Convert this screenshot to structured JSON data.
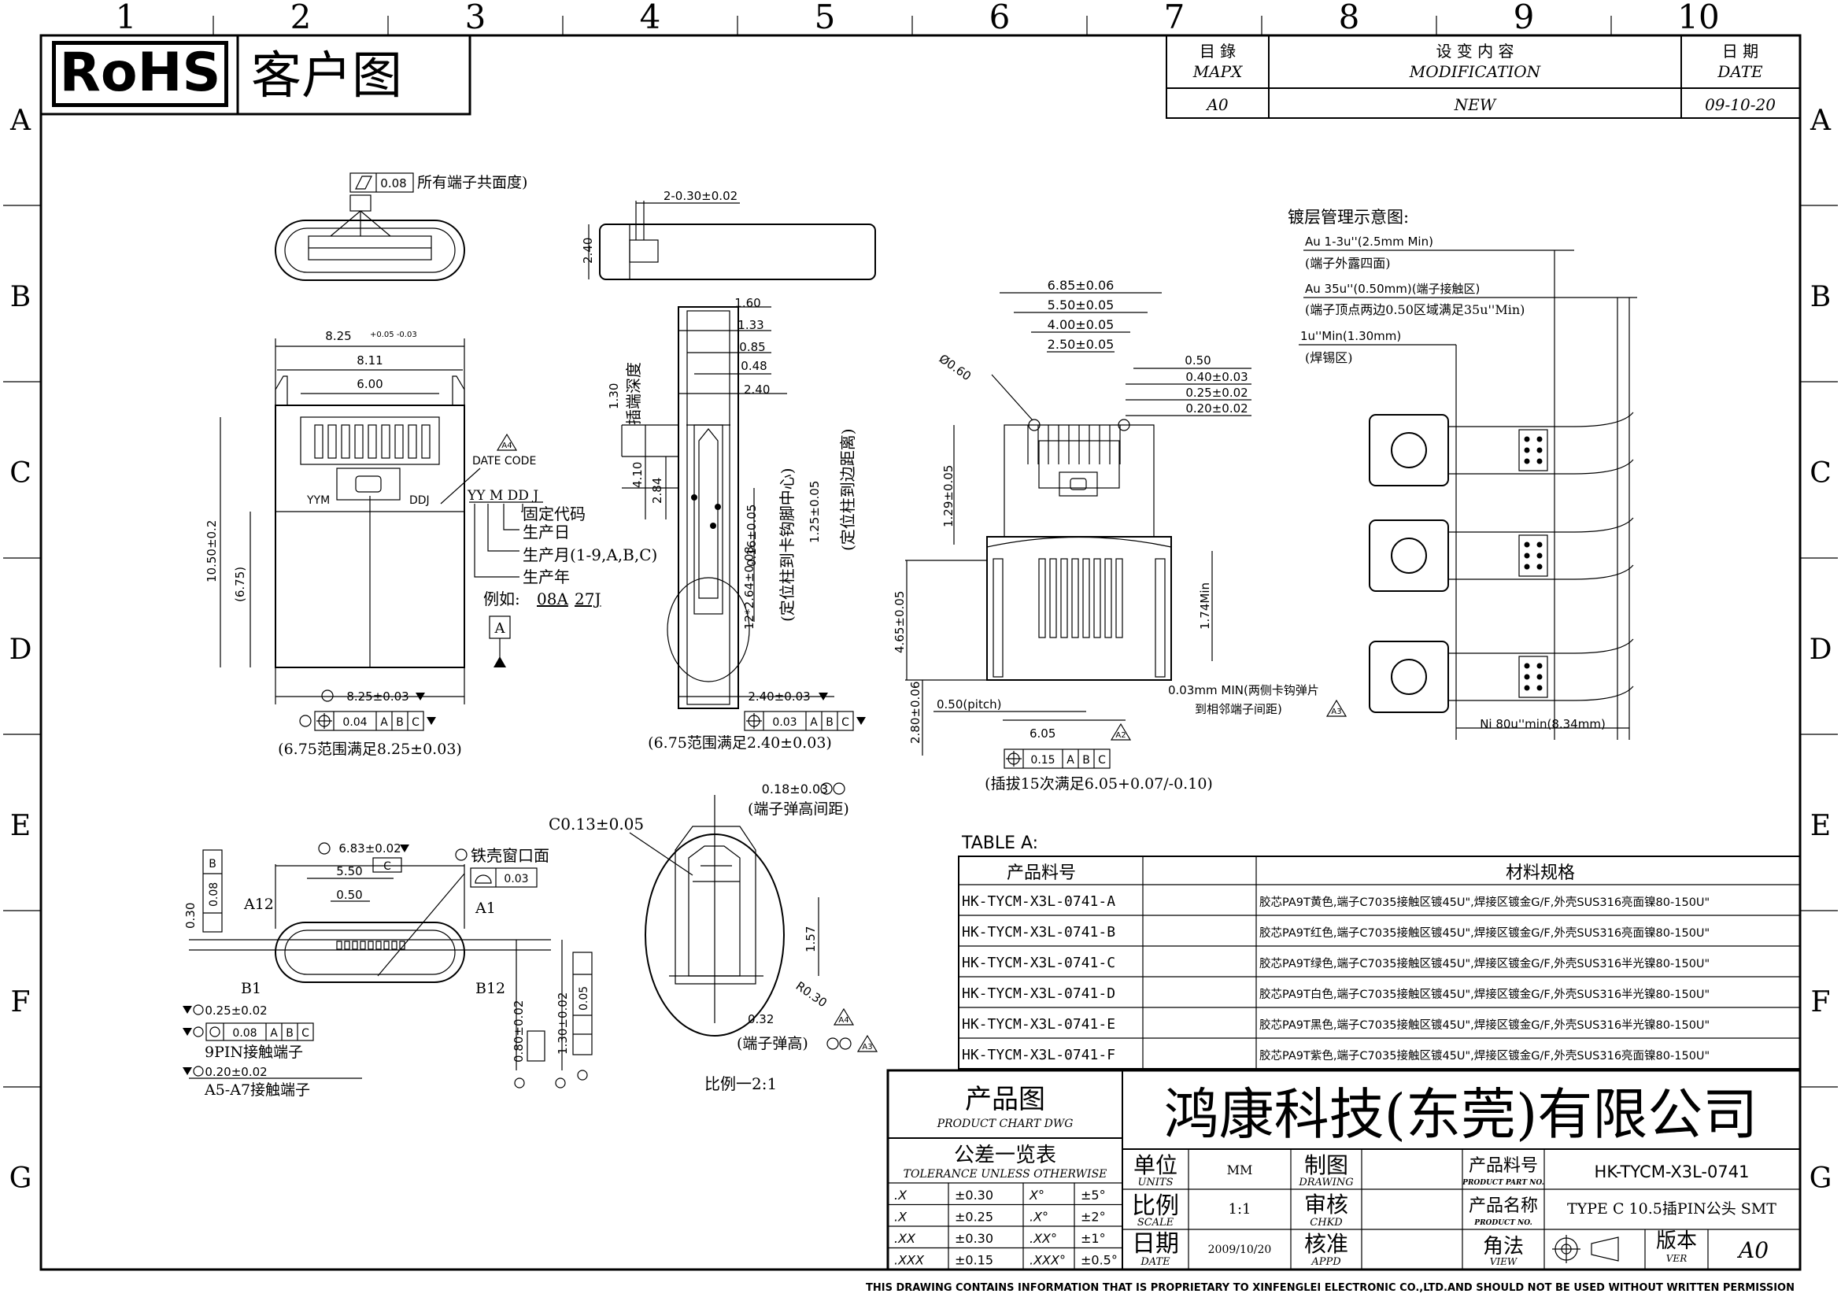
{
  "grid": {
    "cols": [
      "1",
      "2",
      "3",
      "4",
      "5",
      "6",
      "7",
      "8",
      "9",
      "10"
    ],
    "rows": [
      "A",
      "B",
      "C",
      "D",
      "E",
      "F",
      "G"
    ]
  },
  "header": {
    "rohs": "RoHS",
    "drawing_kind": "客户图"
  },
  "revision": {
    "col1_cn": "目 錄",
    "col1_en": "MAPX",
    "col2_cn": "设 变 内 容",
    "col2_en": "MODIFICATION",
    "col3_cn": "日 期",
    "col3_en": "DATE",
    "row": {
      "mapx": "A0",
      "modification": "NEW",
      "date": "09-10-20"
    }
  },
  "drawing": {
    "coplanarity_value": "0.08",
    "coplanarity_note": "所有端子共面度)",
    "dim_8_25": "8.25",
    "dim_8_25_tol": "+0.05 -0.03",
    "dim_8_11": "8.11",
    "dim_6_00": "6.00",
    "dim_10_50": "10.50±0.2",
    "dim_6_75": "(6.75)",
    "label_yym": "YYM",
    "label_ddj": "DDJ",
    "date_code": "DATE CODE",
    "code_tag": "A4",
    "code_letters": "YY M DD J",
    "code_fixed": "固定代码",
    "code_day": "生产日",
    "code_month": "生产月(1-9,A,B,C)",
    "code_year": "生产年",
    "example": "例如:",
    "example_1": "08A",
    "example_2": "27J",
    "datum_a": "A",
    "dim_8_25_bot": "8.25±0.03",
    "pos_8_25": "0.04",
    "datum_abc": [
      "A",
      "B",
      "C"
    ],
    "note_left": "(6.75范围满足8.25±0.03)",
    "dim_2_030": "2-0.30±0.02",
    "dim_2_40_top": "2.40",
    "dim_1_60": "1.60",
    "dim_1_33": "1.33",
    "dim_0_85": "0.85",
    "dim_0_48": "0.48",
    "dim_2_40": "2.40",
    "dim_130": "1.30",
    "insert_depth": "插端深度",
    "dim_4_10": "4.10",
    "dim_2_84": "2.84",
    "dim_0_16": "0.16±0.05",
    "dim_1_25": "1.25±0.05",
    "dim_12_264": "12*2.64±0.08",
    "note_hook": "(定位柱到卡钩脚中心)",
    "note_edge": "(定位柱到边距离)",
    "dim_2_40_bot": "2.40±0.03",
    "pos_2_40": "0.03",
    "note_mid": "(6.75范围满足2.40±0.03)",
    "dim_6_85": "6.85±0.06",
    "dim_5_50": "5.50±0.05",
    "dim_4_00": "4.00±0.05",
    "dim_2_50": "2.50±0.05",
    "dim_0_60": "Ø0.60",
    "dim_0_50": "0.50",
    "dim_0_40": "0.40±0.03",
    "dim_0_25": "0.25±0.02",
    "dim_0_20": "0.20±0.02",
    "dim_1_29": "1.29±0.05",
    "dim_4_65": "4.65±0.05",
    "dim_1_74": "1.74Min",
    "dim_2_80": "2.80±0.06",
    "pitch": "0.50(pitch)",
    "dim_0_03_min": "0.03mm MIN(两侧卡钩弹片",
    "dim_0_03_min2": "到相邻端子间距)",
    "tag_a3": "A3",
    "dim_6_05": "6.05",
    "tag_a2": "A2",
    "pos_6_05": "0.15",
    "note_right": "(插拔15次满足6.05+0.07/-0.10)",
    "plating_title": "镀层管理示意图:",
    "plating_au1": "Au 1-3u''(2.5mm Min)",
    "plating_au1_note": "(端子外露四面)",
    "plating_au2": "Au 35u''(0.50mm)(端子接触区)",
    "plating_au2_note": "(端子顶点两边0.50区域满足35u''Min)",
    "plating_solder": "1u''Min(1.30mm)",
    "plating_solder_note": "(焊锡区)",
    "plating_ni": "Ni 80u''min(8.34mm)",
    "dim_6_83": "6.83±0.02",
    "dim_5_50b": "5.50",
    "dim_0_50b": "0.50",
    "datum_c": "C",
    "shell_window": "铁壳窗口面",
    "profile_val": "0.03",
    "dim_030": "0.30",
    "dim_008v": "0.08",
    "datum_b": "B",
    "pin_a12": "A12",
    "pin_a1": "A1",
    "pin_b1": "B1",
    "pin_b12": "B12",
    "dim_0_25b": "0.25±0.02",
    "pos_0_08": "0.08",
    "nine_pin": "9PIN接触端子",
    "dim_0_20b": "0.20±0.02",
    "a5a7": "A5-A7接触端子",
    "dim_0_80": "0.80±0.02",
    "dim_1_30b": "1.30±0.02",
    "dim_0_05": "0.05",
    "dim_0_18": "0.18±0.03",
    "spring_gap": "(端子弹高间距)",
    "c0_13": "C0.13±0.05",
    "dim_1_57": "1.57",
    "r0_30": "R0.30",
    "dim_0_32": "0.32",
    "spring_h": "(端子弹高)",
    "tag_a4": "A4",
    "scale_note": "比例一2:1"
  },
  "table_a": {
    "title": "TABLE A:",
    "header_part": "产品料号",
    "header_spec": "材料规格",
    "rows": [
      {
        "part": "HK-TYCM-X3L-0741-A",
        "spec": "胶芯PA9T黄色,端子C7035接触区镀45U\",焊接区镀金G/F,外壳SUS316亮面镍80-150U\""
      },
      {
        "part": "HK-TYCM-X3L-0741-B",
        "spec": "胶芯PA9T红色,端子C7035接触区镀45U\",焊接区镀金G/F,外壳SUS316亮面镍80-150U\""
      },
      {
        "part": "HK-TYCM-X3L-0741-C",
        "spec": "胶芯PA9T绿色,端子C7035接触区镀45U\",焊接区镀金G/F,外壳SUS316半光镍80-150U\""
      },
      {
        "part": "HK-TYCM-X3L-0741-D",
        "spec": "胶芯PA9T白色,端子C7035接触区镀45U\",焊接区镀金G/F,外壳SUS316半光镍80-150U\""
      },
      {
        "part": "HK-TYCM-X3L-0741-E",
        "spec": "胶芯PA9T黑色,端子C7035接触区镀45U\",焊接区镀金G/F,外壳SUS316半光镍80-150U\""
      },
      {
        "part": "HK-TYCM-X3L-0741-F",
        "spec": "胶芯PA9T紫色,端子C7035接触区镀45U\",焊接区镀金G/F,外壳SUS316亮面镍80-150U\""
      }
    ]
  },
  "title_block": {
    "chart_cn": "产品图",
    "chart_en": "PRODUCT CHART DWG",
    "company": "鸿康科技(东莞)有限公司",
    "tol_cn": "公差一览表",
    "tol_en": "TOLERANCE UNLESS OTHERWISE",
    "tol_rows": [
      [
        ".X",
        "±0.30",
        "X°",
        "±5°"
      ],
      [
        ".X",
        "±0.25",
        ".X°",
        "±2°"
      ],
      [
        ".XX",
        "±0.30",
        ".XX°",
        "±1°"
      ],
      [
        ".XXX",
        "±0.15",
        ".XXX°",
        "±0.5°"
      ]
    ],
    "unit_cn": "单位",
    "unit_en": "UNITS",
    "unit_val": "MM",
    "drawing_cn": "制图",
    "drawing_en": "DRAWING",
    "scale_cn": "比例",
    "scale_en": "SCALE",
    "scale_val": "1:1",
    "chkd_cn": "审核",
    "chkd_en": "CHKD",
    "date_cn": "日期",
    "date_en": "DATE",
    "date_val": "2009/10/20",
    "appd_cn": "核准",
    "appd_en": "APPD",
    "partno_cn": "产品料号",
    "partno_en": "PRODUCT PART NO.",
    "partno_val": "HK-TYCM-X3L-0741",
    "name_cn": "产品名称",
    "name_en": "PRODUCT NO.",
    "name_val": "TYPE C 10.5插PIN公头 SMT",
    "view_cn": "角法",
    "view_en": "VIEW",
    "ver_cn": "版本",
    "ver_en": "VER",
    "ver_val": "A0"
  },
  "footer": "THIS DRAWING CONTAINS INFORMATION THAT IS PROPRIETARY TO XINFENGLEI ELECTRONIC CO.,LTD.AND SHOULD NOT BE USED WITHOUT WRITTEN PERMISSION"
}
